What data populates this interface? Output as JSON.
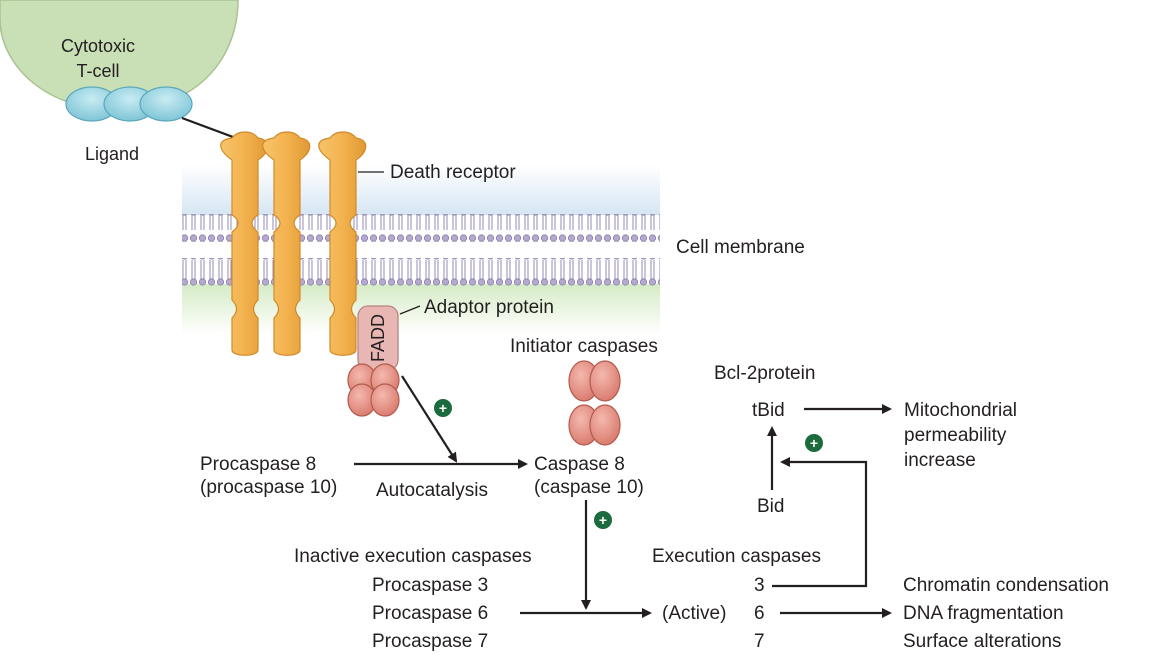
{
  "tcell": {
    "label_line1": "Cytotoxic",
    "label_line2": "T-cell",
    "ligand": "Ligand"
  },
  "membrane": {
    "death_receptor": "Death receptor",
    "cell_membrane": "Cell membrane",
    "adaptor_protein": "Adaptor protein",
    "fadd": "FADD"
  },
  "initiator": {
    "title": "Initiator caspases",
    "caspase8_line1": "Caspase 8",
    "caspase8_line2": "(caspase 10)"
  },
  "procaspase8": {
    "line1": "Procaspase 8",
    "line2": "(procaspase 10)",
    "autocatalysis": "Autocatalysis"
  },
  "bcl2": {
    "title": "Bcl-2protein",
    "tbid": "tBid",
    "bid": "Bid",
    "mito_line1": "Mitochondrial",
    "mito_line2": "permeability",
    "mito_line3": "increase"
  },
  "inactive": {
    "title": "Inactive execution caspases",
    "items": [
      "Procaspase 3",
      "Procaspase 6",
      "Procaspase 7"
    ]
  },
  "execution": {
    "title": "Execution caspases",
    "active": "(Active)",
    "numbers": [
      "3",
      "6",
      "7"
    ]
  },
  "outcomes": [
    "Chromatin condensation",
    "DNA fragmentation",
    "Surface alterations"
  ],
  "plus_symbol": "+",
  "colors": {
    "tcell": "#c9dfb6",
    "ligand": "#8fd0df",
    "receptor": "#f3b24f",
    "fadd": "#e8b7b4",
    "caspase": "#e58f84",
    "plus": "#1d6b3d",
    "extracellular": "#dbe9f5",
    "intracellular": "#dcedc8",
    "lipid": "#9a8fb8"
  }
}
